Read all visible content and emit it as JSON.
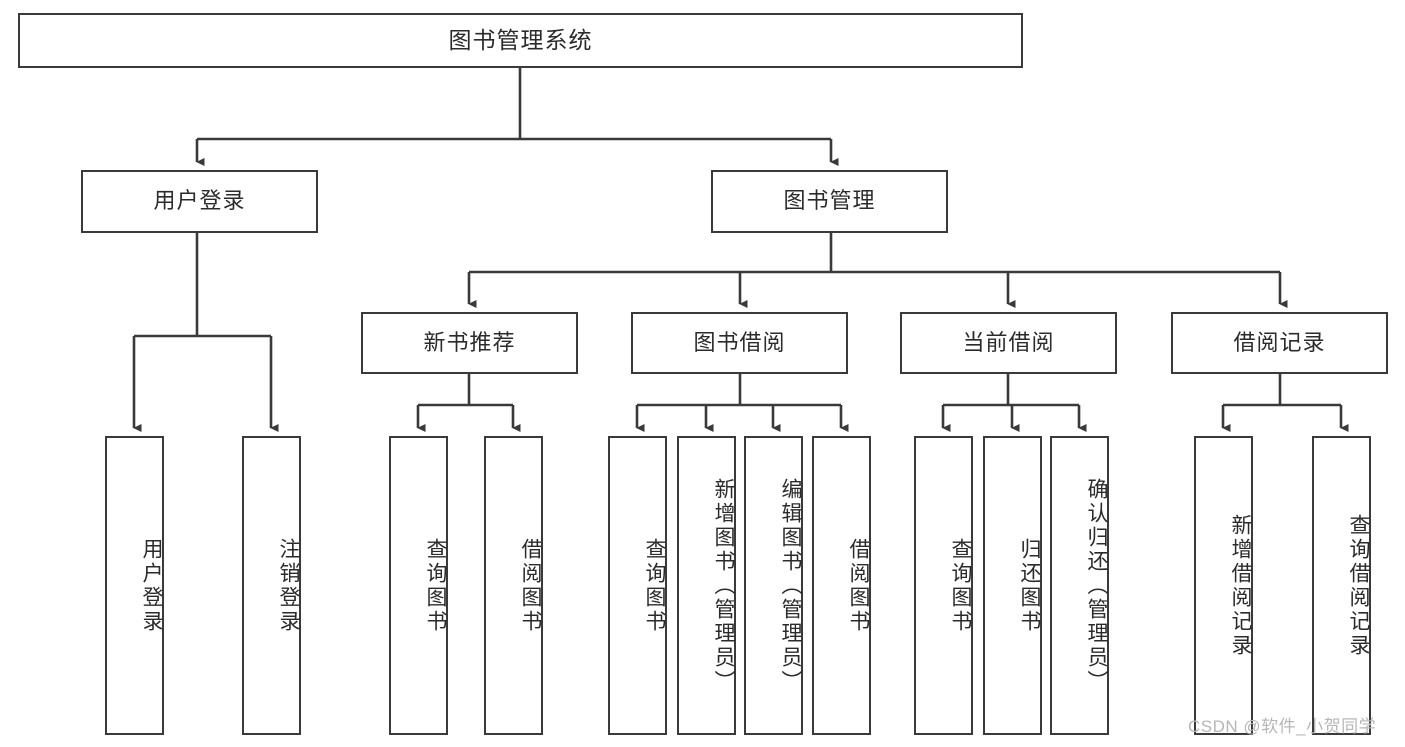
{
  "diagram": {
    "title": "图书管理系统",
    "type": "功能结构图",
    "root": {
      "id": "root",
      "label": "图书管理系统"
    },
    "level2": [
      {
        "id": "user-login",
        "label": "用户登录"
      },
      {
        "id": "book-manage",
        "label": "图书管理"
      }
    ],
    "level3": [
      {
        "id": "new-book-recommend",
        "label": "新书推荐",
        "parent": "book-manage"
      },
      {
        "id": "book-borrow",
        "label": "图书借阅",
        "parent": "book-manage"
      },
      {
        "id": "current-borrow",
        "label": "当前借阅",
        "parent": "book-manage"
      },
      {
        "id": "borrow-record",
        "label": "借阅记录",
        "parent": "book-manage"
      }
    ],
    "leaves": {
      "user_login": [
        {
          "id": "leaf-user-login",
          "label": "用户登录"
        },
        {
          "id": "leaf-logout-login",
          "label": "注销登录"
        }
      ],
      "new_book_recommend": [
        {
          "id": "leaf-query-book-1",
          "label": "查询图书"
        },
        {
          "id": "leaf-borrow-book-1",
          "label": "借阅图书"
        }
      ],
      "book_borrow": [
        {
          "id": "leaf-query-book-2",
          "label": "查询图书"
        },
        {
          "id": "leaf-add-book",
          "label": "新增图书（管理员）"
        },
        {
          "id": "leaf-edit-book",
          "label": "编辑图书（管理员）"
        },
        {
          "id": "leaf-borrow-book-2",
          "label": "借阅图书"
        }
      ],
      "current_borrow": [
        {
          "id": "leaf-query-book-3",
          "label": "查询图书"
        },
        {
          "id": "leaf-return-book",
          "label": "归还图书"
        },
        {
          "id": "leaf-confirm-return",
          "label": "确认归还（管理员）"
        }
      ],
      "borrow_record": [
        {
          "id": "leaf-add-record",
          "label": "新增借阅记录"
        },
        {
          "id": "leaf-query-record",
          "label": "查询借阅记录"
        }
      ]
    },
    "watermark": "CSDN @软件_小贺同学",
    "colors": {
      "stroke": "#3a3a3a",
      "fill": "#ffffff",
      "text": "#2b2b2b",
      "watermark": "#b7b7b7"
    }
  }
}
